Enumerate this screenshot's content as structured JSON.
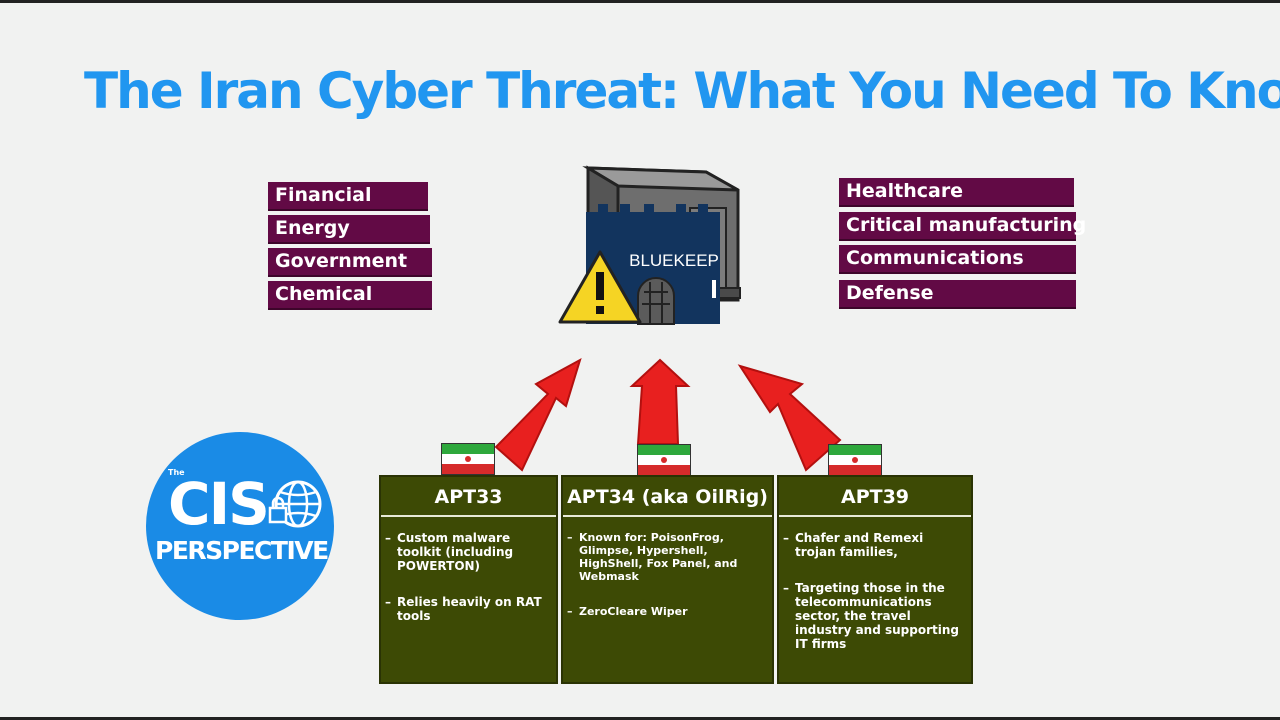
{
  "title": "The Iran Cyber Threat: What You Need To Know",
  "sectors_left": [
    "Financial",
    "Energy",
    "Government",
    "Chemical"
  ],
  "sectors_right": [
    "Healthcare",
    "Critical manufacturing",
    "Communications",
    "Defense"
  ],
  "center": {
    "label": "BLUEKEEP",
    "icons": [
      "server-icon",
      "castle-wall-icon",
      "warning-icon"
    ]
  },
  "groups": [
    {
      "name": "APT33",
      "bullets": [
        "Custom malware toolkit (including POWERTON)",
        "Relies heavily on RAT tools"
      ]
    },
    {
      "name": "APT34 (aka OilRig)",
      "bullets": [
        "Known for: PoisonFrog, Glimpse, Hypershell, HighShell, Fox Panel, and Webmask",
        "ZeroCleare Wiper"
      ]
    },
    {
      "name": "APT39",
      "bullets": [
        "Chafer and Remexi trojan families,",
        "Targeting those in the telecommunications sector, the travel industry and supporting IT firms"
      ]
    }
  ],
  "logo": {
    "small": "The",
    "big": "CIS",
    "sub": "PERSPECTIVE"
  },
  "colors": {
    "title": "#2196f0",
    "tag": "#620a45",
    "apt_box": "#3d4a05",
    "arrow": "#e8201f",
    "logo": "#1a8be6",
    "bluekeep": "#12345e"
  }
}
